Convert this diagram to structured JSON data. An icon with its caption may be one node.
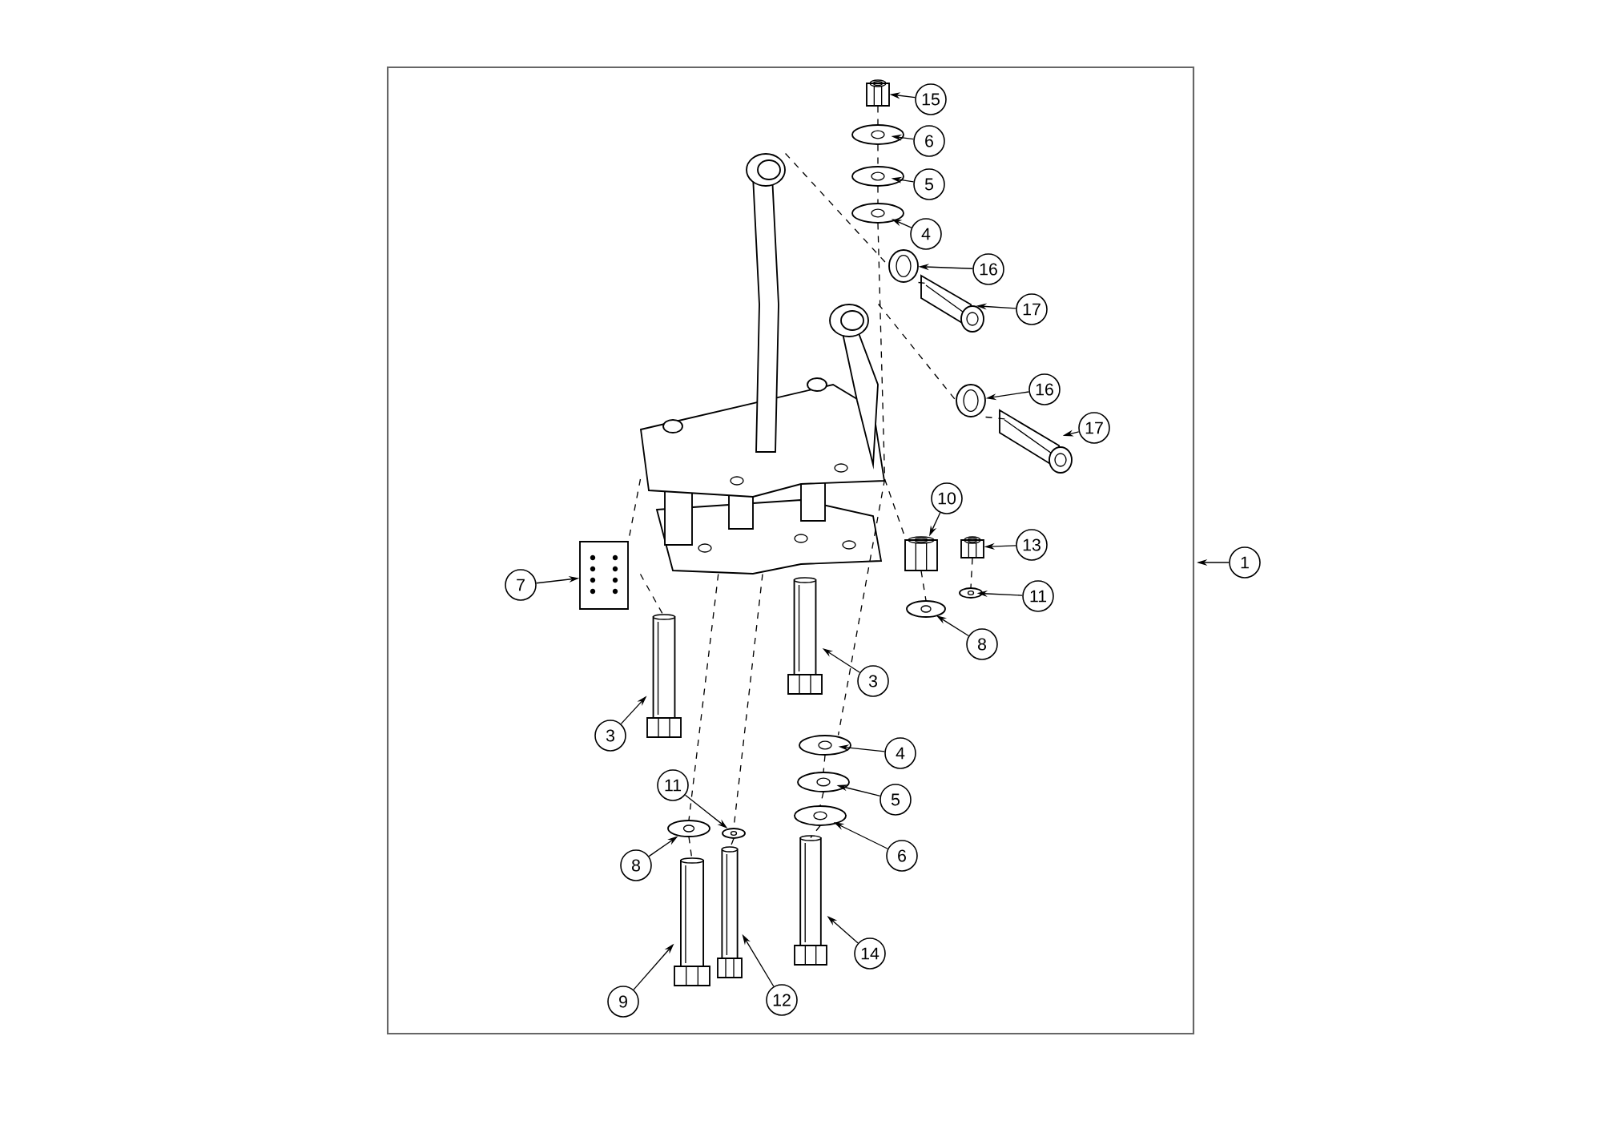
{
  "diagram": {
    "nodes": [
      {
        "text": [
          "15"
        ]
      },
      {
        "text": [
          "6"
        ]
      },
      {
        "text": [
          "5"
        ]
      },
      {
        "text": [
          "4"
        ]
      },
      {
        "text": [
          "16"
        ]
      },
      {
        "text": [
          "17"
        ]
      },
      {
        "text": [
          "16"
        ]
      },
      {
        "text": [
          "17"
        ]
      },
      {
        "text": [
          "10"
        ]
      },
      {
        "text": [
          "13"
        ]
      },
      {
        "text": [
          "1"
        ]
      },
      {
        "text": [
          "7"
        ]
      },
      {
        "text": [
          "11"
        ]
      },
      {
        "text": [
          "8"
        ]
      },
      {
        "text": [
          "3"
        ]
      },
      {
        "text": [
          "3"
        ]
      },
      {
        "text": [
          "4"
        ]
      },
      {
        "text": [
          "11"
        ]
      },
      {
        "text": [
          "5"
        ]
      },
      {
        "text": [
          "6"
        ]
      },
      {
        "text": [
          "8"
        ]
      },
      {
        "text": [
          "14"
        ]
      },
      {
        "text": [
          "9"
        ]
      },
      {
        "text": [
          "12"
        ]
      },
      {
        "text": [],
        "shape": "picture"
      },
      {
        "text": [],
        "shape": "picture"
      },
      {
        "text": [],
        "shape": "picture"
      },
      {
        "text": [],
        "shape": "picture"
      },
      {
        "text": [],
        "shape": "picture"
      },
      {
        "text": [],
        "shape": "picture"
      },
      {
        "text": [],
        "shape": "picture"
      },
      {
        "text": [],
        "shape": "picture"
      },
      {
        "text": [],
        "shape": "picture"
      },
      {
        "text": [],
        "shape": "picture"
      },
      {
        "text": [],
        "shape": "picture"
      },
      {
        "text": [],
        "shape": "picture"
      },
      {
        "text": [],
        "shape": "picture"
      },
      {
        "text": [],
        "shape": "picture"
      },
      {
        "text": [],
        "shape": "picture"
      },
      {
        "text": [],
        "shape": "picture"
      },
      {
        "text": [],
        "shape": "picture"
      },
      {
        "text": [],
        "shape": "picture"
      },
      {
        "text": [],
        "shape": "picture"
      },
      {
        "text": [],
        "shape": "picture"
      },
      {
        "text": [],
        "shape": "picture"
      },
      {
        "text": [],
        "shape": "picture"
      },
      {
        "text": [],
        "shape": "picture"
      },
      {
        "text": [],
        "shape": "picture"
      },
      {
        "text": [],
        "shape": "picture"
      },
      {
        "text": [],
        "shape": "picture"
      }
    ],
    "edges": [
      {
        "from": 0,
        "to": 24,
        "arrow": "to"
      },
      {
        "from": 1,
        "to": 25,
        "arrow": "to"
      },
      {
        "from": 2,
        "to": 26,
        "arrow": "to"
      },
      {
        "from": 3,
        "to": 27,
        "arrow": "to"
      },
      {
        "from": 4,
        "to": 29,
        "arrow": "to"
      },
      {
        "from": 5,
        "to": 30,
        "arrow": "to"
      },
      {
        "from": 6,
        "to": 32,
        "arrow": "to"
      },
      {
        "from": 7,
        "to": 33,
        "arrow": "to"
      },
      {
        "from": 8,
        "to": 35,
        "arrow": "to"
      },
      {
        "from": 9,
        "to": 36,
        "arrow": "to"
      },
      {
        "from": 10,
        "to": null,
        "arrow": "to"
      },
      {
        "from": 11,
        "to": 37,
        "arrow": "to"
      },
      {
        "from": 12,
        "to": 38,
        "arrow": "to"
      },
      {
        "from": 13,
        "to": 39,
        "arrow": "to"
      },
      {
        "from": 14,
        "to": 40,
        "arrow": "to"
      },
      {
        "from": 15,
        "to": 41,
        "arrow": "to"
      },
      {
        "from": 16,
        "to": 42,
        "arrow": "to"
      },
      {
        "from": 17,
        "to": 43,
        "arrow": "to"
      },
      {
        "from": 18,
        "to": 44,
        "arrow": "to"
      },
      {
        "from": 19,
        "to": 45,
        "arrow": "to"
      },
      {
        "from": 20,
        "to": 46,
        "arrow": "to"
      },
      {
        "from": 21,
        "to": 47,
        "arrow": "to"
      },
      {
        "from": 22,
        "to": 48,
        "arrow": "to"
      },
      {
        "from": 23,
        "to": 49,
        "arrow": "to"
      },
      {
        "from": 24,
        "to": 25,
        "arrow": "none",
        "style": "dashed"
      },
      {
        "from": 25,
        "to": 26,
        "arrow": "none",
        "style": "dashed"
      },
      {
        "from": 26,
        "to": 27,
        "arrow": "none",
        "style": "dashed"
      },
      {
        "from": 27,
        "to": 34,
        "arrow": "none",
        "style": "dashed"
      },
      {
        "from": 28,
        "to": 29,
        "arrow": "none",
        "style": "dashed"
      },
      {
        "from": 29,
        "to": 30,
        "arrow": "none",
        "style": "dashed"
      },
      {
        "from": 31,
        "to": 32,
        "arrow": "none",
        "style": "dashed"
      },
      {
        "from": 32,
        "to": 33,
        "arrow": "none",
        "style": "dashed"
      },
      {
        "from": 34,
        "to": 35,
        "arrow": "none",
        "style": "dashed"
      },
      {
        "from": 35,
        "to": 39,
        "arrow": "none",
        "style": "dashed"
      },
      {
        "from": 36,
        "to": 38,
        "arrow": "none",
        "style": "dashed"
      },
      {
        "from": 34,
        "to": 37,
        "arrow": "none",
        "style": "dashed"
      },
      {
        "from": 34,
        "to": 41,
        "arrow": "none",
        "style": "dashed"
      },
      {
        "from": 34,
        "to": 42,
        "arrow": "none",
        "style": "dashed"
      },
      {
        "from": 42,
        "to": 44,
        "arrow": "none",
        "style": "dashed"
      },
      {
        "from": 44,
        "to": 45,
        "arrow": "none",
        "style": "dashed"
      },
      {
        "from": 45,
        "to": 47,
        "arrow": "none",
        "style": "dashed"
      },
      {
        "from": 34,
        "to": 43,
        "arrow": "none",
        "style": "dashed"
      },
      {
        "from": 43,
        "to": 49,
        "arrow": "none",
        "style": "dashed"
      },
      {
        "from": 34,
        "to": 46,
        "arrow": "none",
        "style": "dashed"
      },
      {
        "from": 46,
        "to": 48,
        "arrow": "none",
        "style": "dashed"
      }
    ]
  }
}
